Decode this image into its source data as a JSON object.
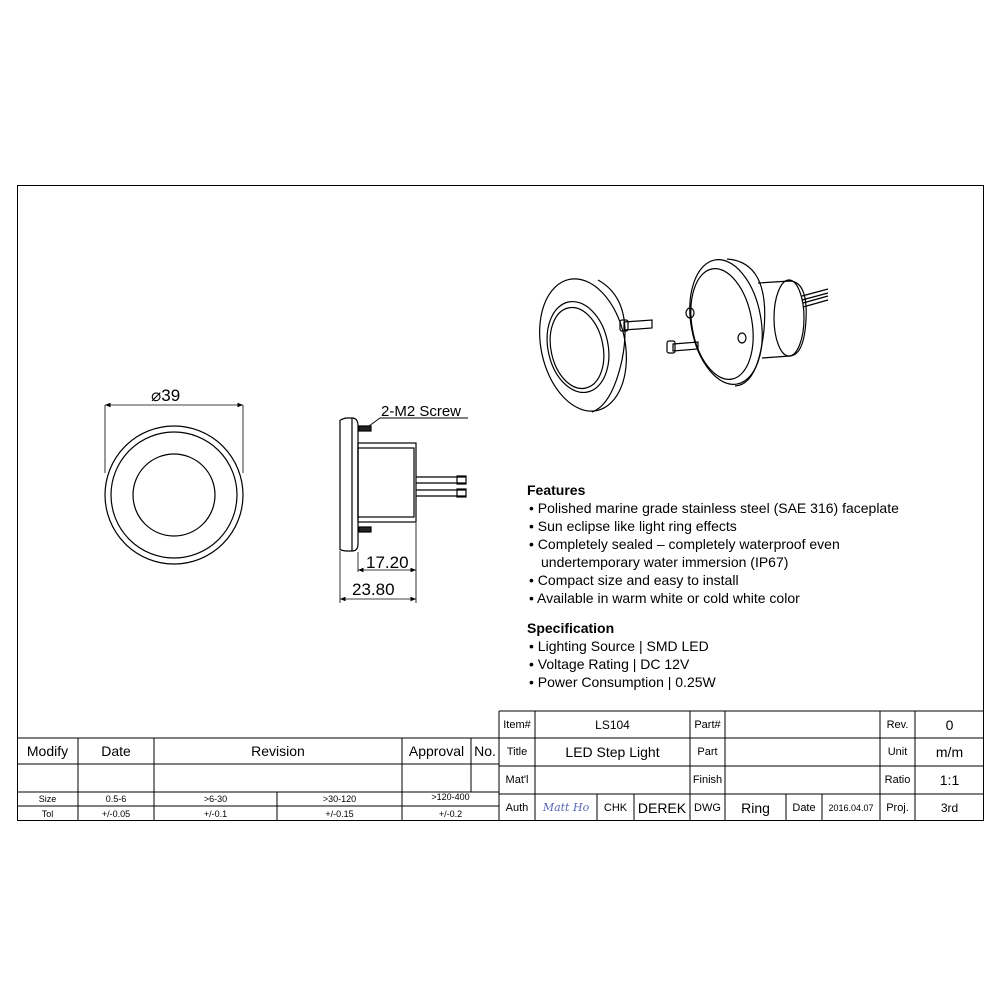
{
  "dimensions": {
    "diameter": "⌀39",
    "screw": "2-M2 Screw",
    "depth_body": "17.20",
    "depth_total": "23.80"
  },
  "features": {
    "heading": "Features",
    "items": [
      "Polished marine grade stainless steel (SAE 316) faceplate",
      "Sun eclipse like light ring effects",
      "Completely sealed – completely waterproof even",
      "undertemporary water immersion (IP67)",
      "Compact size and easy to install",
      "Available in warm white or cold white color"
    ]
  },
  "specification": {
    "heading": "Specification",
    "items": [
      "Lighting Source | SMD LED",
      "Voltage Rating | DC 12V",
      "Power Consumption | 0.25W"
    ]
  },
  "revision_table": {
    "headers": [
      "Modify",
      "Date",
      "Revision",
      "Approval",
      "No."
    ],
    "size_label": "Size",
    "tol_label": "Tol",
    "sizes": [
      "0.5-6",
      ">6-30",
      ">30-120",
      ">120-400"
    ],
    "tols": [
      "+/-0.05",
      "+/-0.1",
      "+/-0.15",
      "+/-0.2"
    ]
  },
  "title_block": {
    "item_label": "Item#",
    "item_value": "LS104",
    "part_label": "Part#",
    "part_value": "",
    "rev_label": "Rev.",
    "rev_value": "0",
    "title_label": "Title",
    "title_value": "LED Step Light",
    "part2_label": "Part",
    "part2_value": "",
    "unit_label": "Unit",
    "unit_value": "m/m",
    "matl_label": "Mat'l",
    "matl_value": "",
    "finish_label": "Finish",
    "finish_value": "",
    "ratio_label": "Ratio",
    "ratio_value": "1:1",
    "auth_label": "Auth",
    "auth_value": "Matt Ho",
    "chk_label": "CHK",
    "chk_value": "DEREK",
    "dwg_label": "DWG",
    "dwg_value": "Ring",
    "date_label": "Date",
    "date_value": "2016.04.07",
    "proj_label": "Proj.",
    "proj_value": "3rd"
  }
}
